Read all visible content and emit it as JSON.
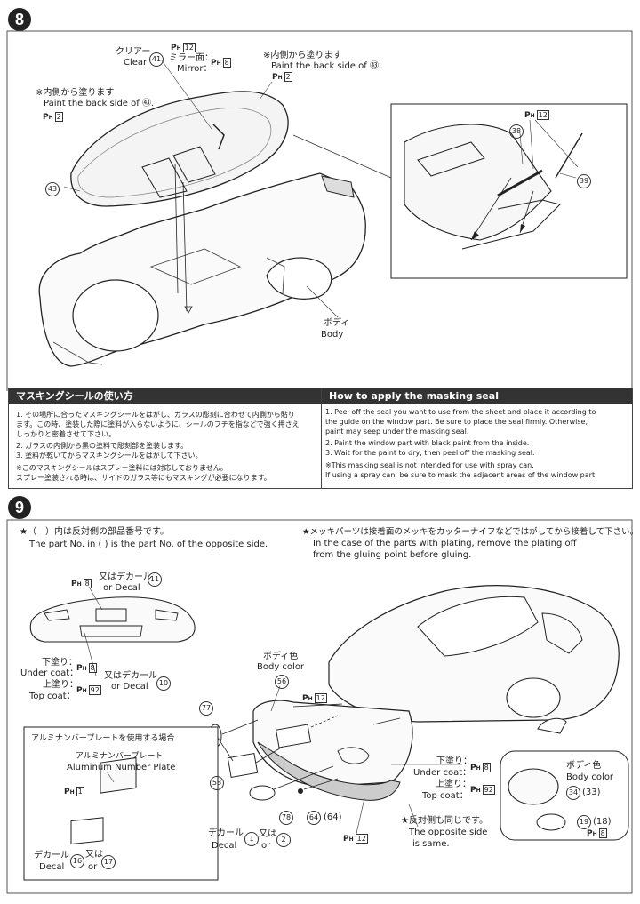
{
  "step8": {
    "number": "8",
    "labels": {
      "clear_jp": "クリアー",
      "clear_en": "Clear",
      "mirror_jp": "ミラー面：",
      "mirror_en": "Mirror：",
      "paint_back_jp_1": "※内側から塗ります",
      "paint_back_en_1": "Paint the back side of ㊸.",
      "paint_back_jp_2": "※内側から塗ります",
      "paint_back_en_2": "Paint the back side of ㊸.",
      "body_jp": "ボディ",
      "body_en": "Body"
    },
    "paint_codes": {
      "ph12": "12",
      "ph8": "8",
      "ph2a": "2",
      "ph2b": "2",
      "ph12b": "12"
    },
    "part_numbers": {
      "p41": "41",
      "p43": "43",
      "p38": "38",
      "p39": "39"
    },
    "masking_jp": {
      "title": "マスキングシールの使い方",
      "lines": [
        "1. その場所に合ったマスキングシールをはがし、ガラスの彫刻に合わせて内側から貼り",
        "   ます。この時、塗装した際に塗料が入らないように、シールのフチを指などで強く押さえ",
        "   しっかりと密着させて下さい。",
        "2. ガラスの内側から黒の塗料で彫刻部を塗装します。",
        "3. 塗料が乾いてからマスキングシールをはがして下さい。",
        "※このマスキングシールはスプレー塗料には対応しておりません。",
        "   スプレー塗装される時は、サイドのガラス等にもマスキングが必要になります。"
      ]
    },
    "masking_en": {
      "title": "How to apply the masking seal",
      "lines": [
        "1. Peel off the seal you want to use from the sheet and place it according to",
        "   the guide on the window part. Be sure to place the seal firmly. Otherwise,",
        "   paint may seep under the masking seal.",
        "2. Paint the window part with black paint from the inside.",
        "3. Wait for the paint to dry, then peel off the masking seal.",
        "※This masking seal is not intended for use with spray can.",
        "   If using a spray can, be sure to mask the adjacent areas of the window part."
      ]
    }
  },
  "step9": {
    "number": "9",
    "note_left_jp": "★（　）内は反対側の部品番号です。",
    "note_left_en": "The part No. in (   ) is the part No. of the opposite side.",
    "note_right_jp": "★メッキパーツは接着面のメッキをカッターナイフなどではがしてから接着して下さい。",
    "note_right_en_1": "In the case of the parts with plating, remove the plating off",
    "note_right_en_2": "from the gluing point before gluing.",
    "decal_jp": "又はデカール",
    "decal_en": "or Decal",
    "under_jp": "下塗り：",
    "under_en": "Under coat：",
    "top_jp": "上塗り：",
    "top_en": "Top coat：",
    "body_color_jp": "ボディ色",
    "body_color_en": "Body color",
    "alu_box_title": "アルミナンバープレートを使用する場合",
    "alu_jp": "アルミナンバープレート",
    "alu_en": "Aluminum Number Plate",
    "decal_label_jp": "デカール",
    "decal_label_en": "Decal",
    "or_jp": "又は",
    "or_en": "or",
    "opposite_jp": "★反対側も同じです。",
    "opposite_en_1": "The opposite side",
    "opposite_en_2": "is same.",
    "paint_codes": {
      "ph8": "8",
      "ph92": "92",
      "ph12": "12",
      "ph1": "1"
    },
    "part_numbers": {
      "p11": "11",
      "p10": "10",
      "p56": "56",
      "p77": "77",
      "p58": "58",
      "p78": "78",
      "p64": "64",
      "p64b": "(64)",
      "p1": "1",
      "p2": "2",
      "p34": "34",
      "p33": "(33)",
      "p19": "19",
      "p18": "(18)",
      "p16": "16",
      "p17": "17"
    }
  }
}
